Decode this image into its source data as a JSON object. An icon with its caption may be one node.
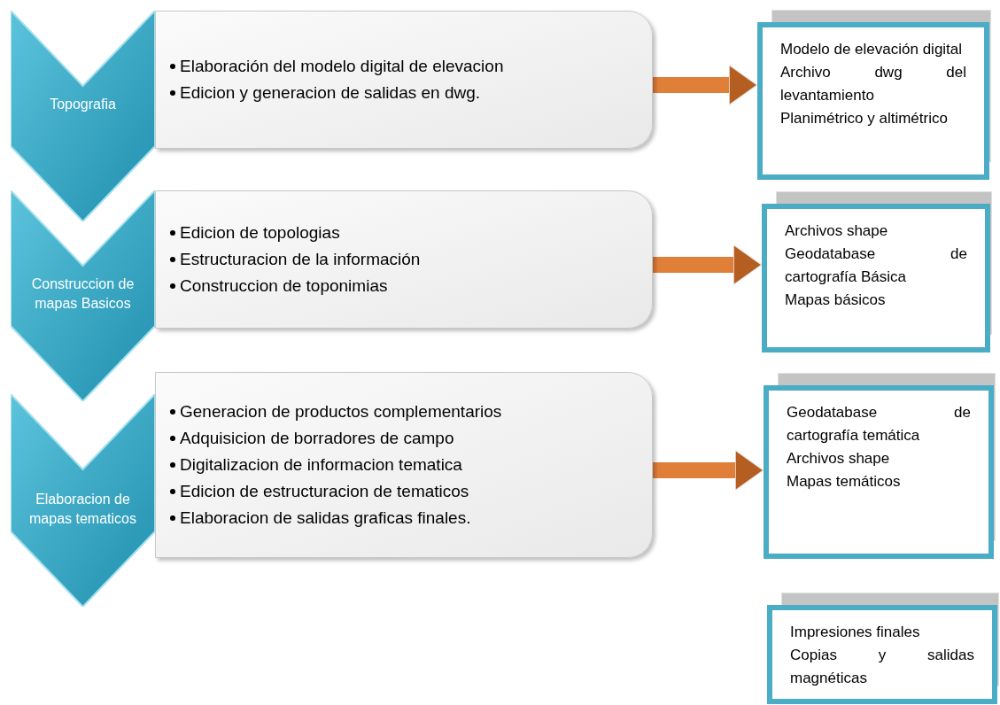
{
  "diagram": {
    "nodes": [
      {
        "text": [
          "Topografia"
        ]
      },
      {
        "text": [
          "Elaboración del modelo digital de elevacion",
          "Edicion y generacion de salidas en dwg."
        ]
      },
      {
        "text": [
          "Modelo de elevación digital",
          "Archivo dwg del levantamiento",
          "Planimétrico y altimétrico"
        ]
      },
      {
        "text": [
          "Construccion de mapas Basicos"
        ]
      },
      {
        "text": [
          "Edicion de topologias",
          "Estructuracion de la información",
          "Construccion de toponimias"
        ]
      },
      {
        "text": [
          "Archivos shape",
          "Geodatabase de cartografía Básica",
          "Mapas básicos"
        ]
      },
      {
        "text": [
          "Elaboracion de mapas tematicos"
        ]
      },
      {
        "text": [
          "Generacion de productos complementarios",
          "Adquisicion de borradores de campo",
          "Digitalizacion de informacion tematica",
          "Edicion de estructuracion de tematicos",
          "Elaboracion de salidas graficas finales."
        ]
      },
      {
        "text": [
          "Geodatabase de cartografía temática",
          "Archivos shape",
          "Mapas temáticos"
        ]
      },
      {
        "text": [
          "Impresiones finales",
          "Copias y salidas magnéticas"
        ]
      }
    ],
    "edges": [
      {
        "from": 1,
        "to": 2,
        "arrow": "to"
      },
      {
        "from": 4,
        "to": 5,
        "arrow": "to"
      },
      {
        "from": 7,
        "to": 8,
        "arrow": "to"
      }
    ]
  }
}
